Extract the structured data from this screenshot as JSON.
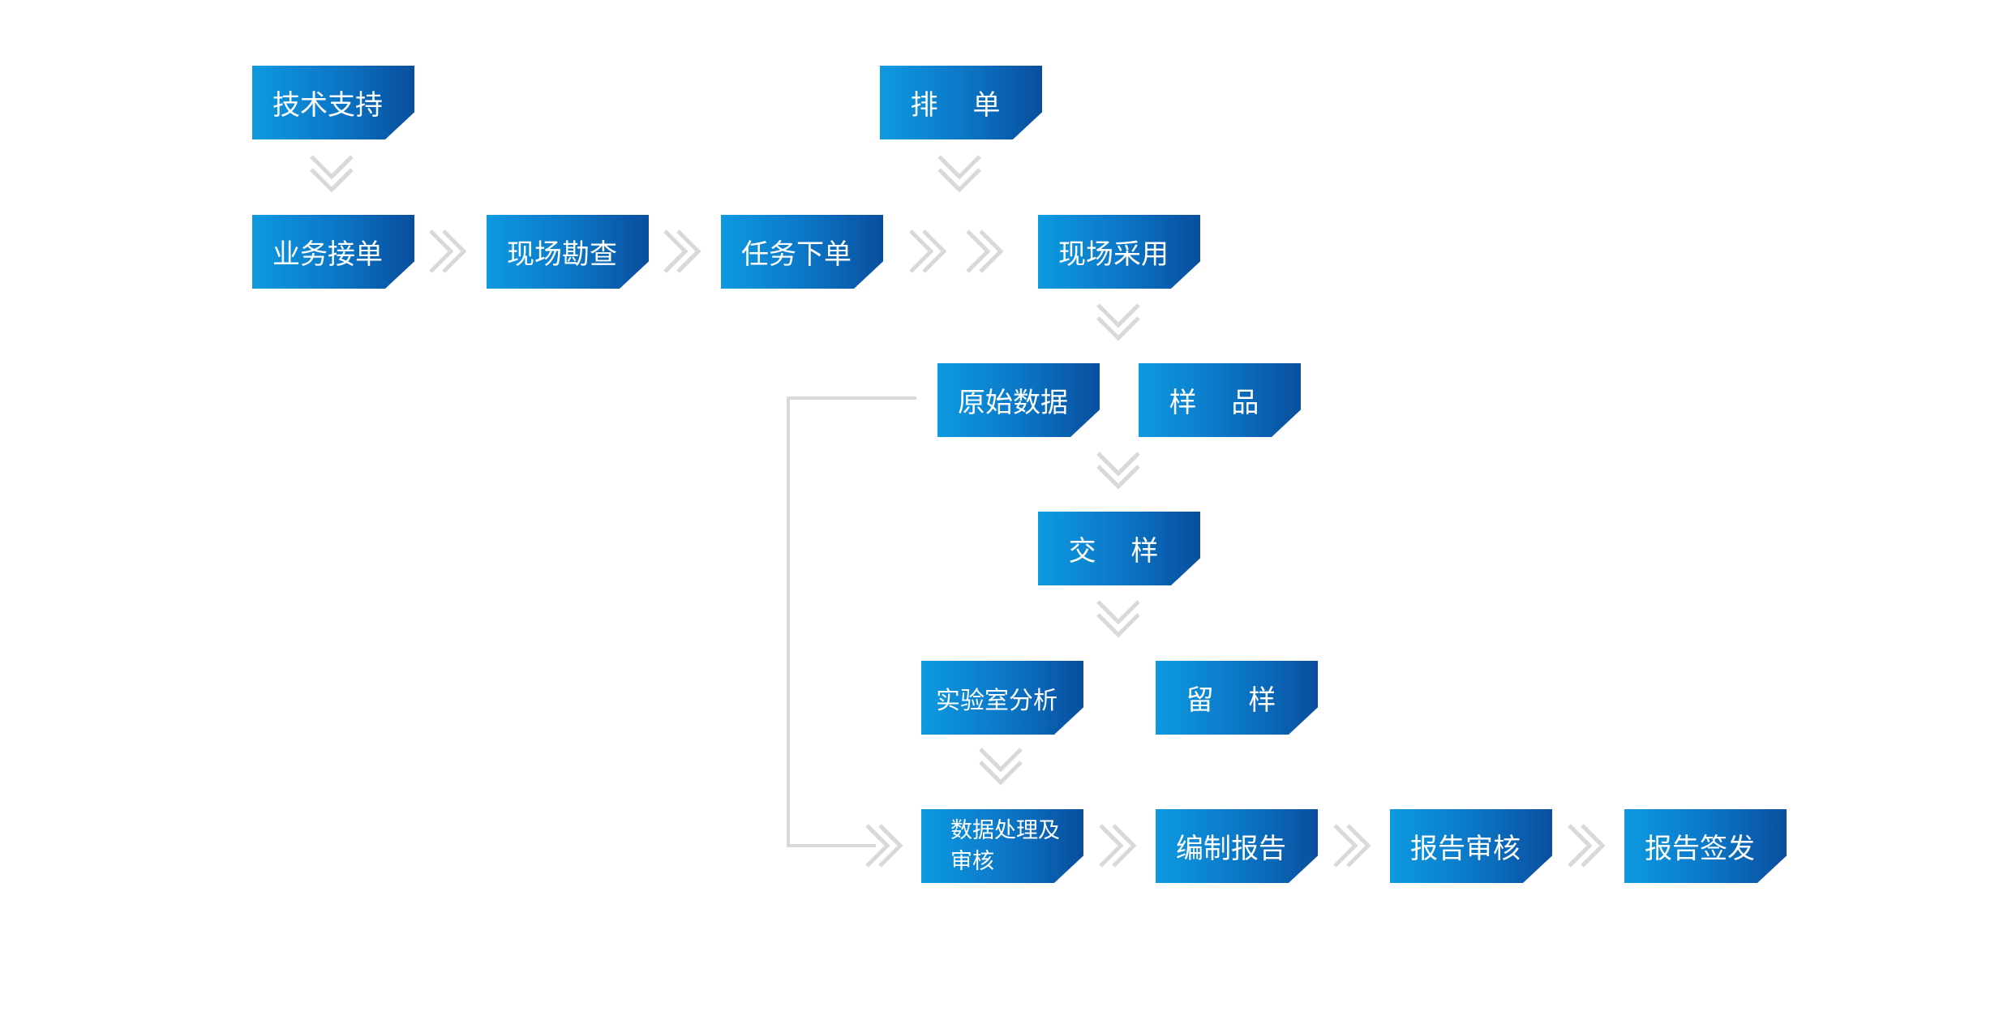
{
  "nodes": {
    "tech_support": "技术支持",
    "dispatch": "排 单",
    "business_order": "业务接单",
    "site_survey": "现场勘查",
    "task_order": "任务下单",
    "site_sampling": "现场采用",
    "raw_data": "原始数据",
    "sample": "样 品",
    "hand_over": "交 样",
    "lab_analysis": "实验室分析",
    "retain_sample": "留 样",
    "data_processing_line1": "数据处理及",
    "data_processing_line2": "审核",
    "compile_report": "编制报告",
    "report_review": "报告审核",
    "report_issue": "报告签发"
  },
  "colors": {
    "node_gradient_start": "#0d9ae0",
    "node_gradient_mid": "#0b78c8",
    "node_gradient_end": "#0a4e9e",
    "node_text": "#ffffff",
    "arrow": "#d9d9d9",
    "connector_line": "#d9d9d9"
  },
  "icons": {
    "flow_arrow": "double-chevron-icon"
  }
}
